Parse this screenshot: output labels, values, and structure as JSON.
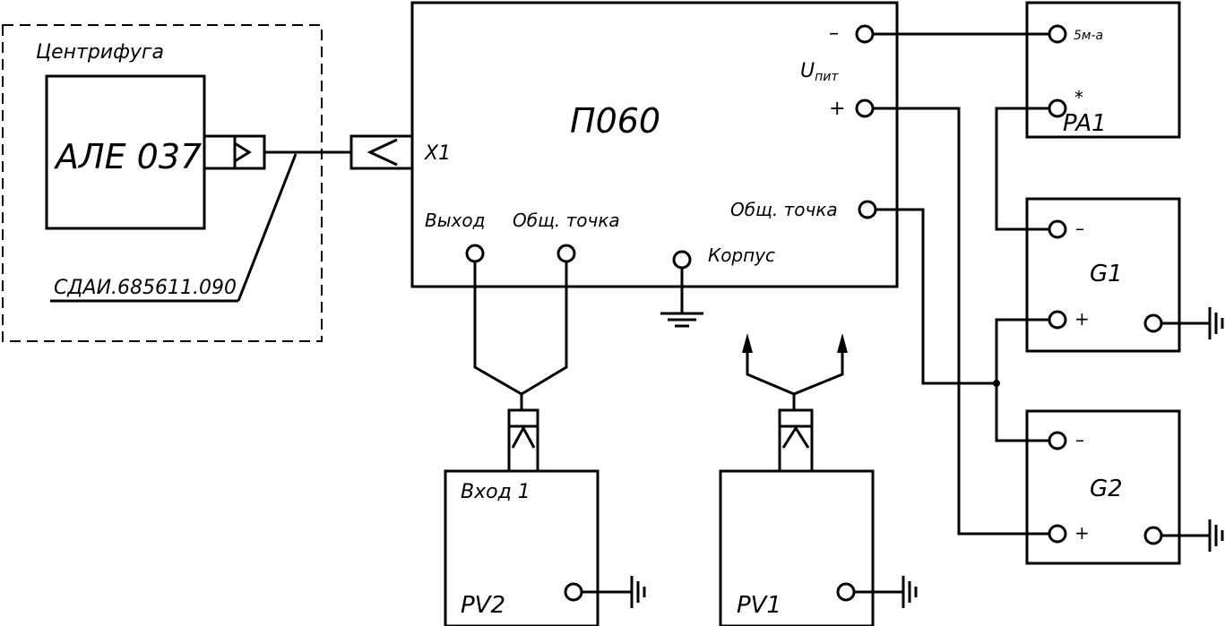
{
  "centrifuge": {
    "title": "Центрифуга",
    "sensor": "АЛЕ 037",
    "cable_ref": "СДАИ.685611.090"
  },
  "p060": {
    "name": "П060",
    "connector": "X1",
    "output": "Выход",
    "common_point_bottom": "Общ. точка",
    "case": "Корпус",
    "supply_minus": "–",
    "supply_label_main": "U",
    "supply_label_sub": "пит",
    "supply_plus": "+",
    "common_point_right": "Общ. точка"
  },
  "pa1": {
    "name": "PA1",
    "star": "*",
    "top_terminal": "5м-a"
  },
  "g1": {
    "name": "G1",
    "minus": "–",
    "plus": "+"
  },
  "g2": {
    "name": "G2",
    "minus": "–",
    "plus": "+"
  },
  "pv2": {
    "name": "PV2",
    "input": "Вход 1"
  },
  "pv1": {
    "name": "PV1"
  }
}
